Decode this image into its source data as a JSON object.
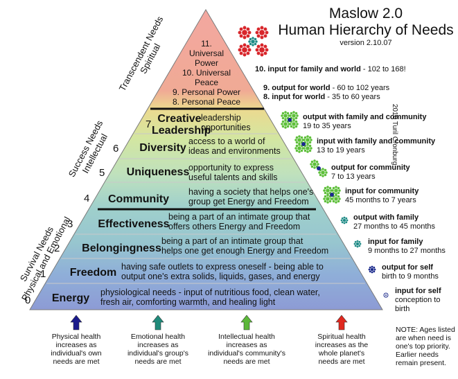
{
  "title_line1": "Maslow 2.0",
  "title_line2": "Human Hierarchy of Needs",
  "version": "version 2.10.07",
  "credit": "2010 Turil Cronburg",
  "group_labels": {
    "transcendent": [
      "Transcendent Needs",
      "Spiritual"
    ],
    "success": [
      "Success Needs",
      "Intellectual"
    ],
    "survival": [
      "Survival Needs",
      "Physical and Emotional"
    ]
  },
  "transcendent_levels": [
    "11.",
    "Universal",
    "Power",
    "10. Universal",
    "Peace",
    "9. Personal Power",
    "8. Personal Peace"
  ],
  "levels": [
    {
      "num": "7",
      "name": "Creative\nLeadership",
      "desc": "leadership\nopportunities",
      "color": "#e8d893"
    },
    {
      "num": "6",
      "name": "Diversity",
      "desc": "access to a world of\nideas and environments",
      "color": "#d1e5a3"
    },
    {
      "num": "5",
      "name": "Uniqueness",
      "desc": "opportunity to express\nuseful talents and skills",
      "color": "#c0e2bd"
    },
    {
      "num": "4",
      "name": "Community",
      "desc": "having a society that helps one's\ngroup get Energy and Freedom",
      "color": "#9fd0cc"
    },
    {
      "num": "3",
      "name": "Effectiveness",
      "desc": "being a part of an intimate group that\noffers others Energy and Freedom",
      "color": "#9ccfcb"
    },
    {
      "num": "2",
      "name": "Belongingness",
      "desc": "being a part of an intimate group that\nhelps one get enough Energy and Freedom",
      "color": "#93bfd3"
    },
    {
      "num": "1",
      "name": "Freedom",
      "desc": "having safe outlets to express oneself - being able to\noutput one's extra solids, liquids, gases, and energy",
      "color": "#8faed8"
    },
    {
      "num": "0",
      "name": "Energy",
      "desc": "physiological needs - input of nutritious food, clean water,\nfresh air, comforting warmth, and healing light",
      "color": "#8e9ed6"
    }
  ],
  "side_notes": [
    {
      "bold": "10. input for family and world",
      "rest": " - 102 to 168!"
    },
    {
      "bold": "9. output for world",
      "rest": " - 60 to 102 years"
    },
    {
      "bold": "8. input for world",
      "rest": " - 35 to 60 years"
    },
    {
      "bold": "output with family and community",
      "rest": "19 to 35 years"
    },
    {
      "bold": "input with family and community",
      "rest": "13 to 19 years"
    },
    {
      "bold": "output for community",
      "rest": "7 to 13 years"
    },
    {
      "bold": "input for community",
      "rest": "45 months to 7 years"
    },
    {
      "bold": "output with family",
      "rest": "27 months to 45 months"
    },
    {
      "bold": "input for family",
      "rest": "9 months to 27 months"
    },
    {
      "bold": "output for self",
      "rest": "birth to 9 months"
    },
    {
      "bold": "input for self",
      "rest": "conception to\nbirth"
    }
  ],
  "bottom_notes": [
    {
      "text": "Physical health\nincreases as\nindividual's own\nneeds are met",
      "color": "#1a1a8c"
    },
    {
      "text": "Emotional health\nincreases as\nindividual's group's\nneeds are met",
      "color": "#1f8a7a"
    },
    {
      "text": "Intellectual health\nincreases as\nindividual's community's\nneeds are met",
      "color": "#5cb83a"
    },
    {
      "text": "Spiritual health\nincreases as the\nwhole planet's\nneeds are met",
      "color": "#e0281e"
    }
  ],
  "note": "NOTE: Ages listed\nare when need is\none's top priority.\nEarlier needs\nremain present.",
  "colors": {
    "top_pink": "#f3a7a0",
    "divider": "#111111",
    "icon_red": "#d8262b",
    "icon_green": "#5ebf3a",
    "icon_blue": "#1b2a8c",
    "icon_teal": "#1f8b86"
  }
}
